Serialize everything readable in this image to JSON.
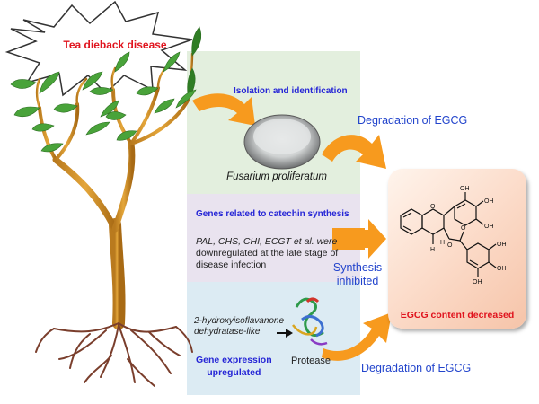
{
  "burst": {
    "label": "Tea dieback disease"
  },
  "panel_top": {
    "title": "Isolation and identification",
    "organism": "Fusarium proliferatum"
  },
  "panel_mid": {
    "title": "Genes related to catechin synthesis",
    "line1": "PAL, CHS, CHI, ECGT et al. were",
    "line2": "downregulated  at the late stage of",
    "line3": "disease infection"
  },
  "panel_bot": {
    "gene_line1": "2-hydroxyisoflavanone",
    "gene_line2": "dehydratase-like",
    "status_line1": "Gene expression",
    "status_line2": "upregulated",
    "protein_label": "Protease"
  },
  "arrows": {
    "top_label": "Degradation of EGCG",
    "mid_label_line1": "Synthesis",
    "mid_label_line2": "inhibited",
    "bot_label": "Degradation of EGCG"
  },
  "result": {
    "label": "EGCG content decreased",
    "oh": "OH",
    "o": "O",
    "h": "H"
  },
  "colors": {
    "arrow": "#f79a1e",
    "panel_top": "#e3efde",
    "panel_mid": "#e9e3ef",
    "panel_bot": "#dcebf3",
    "result_bg": "#fbd9c6",
    "highlight_text": "#e0141e",
    "label_blue": "#2626d6"
  }
}
